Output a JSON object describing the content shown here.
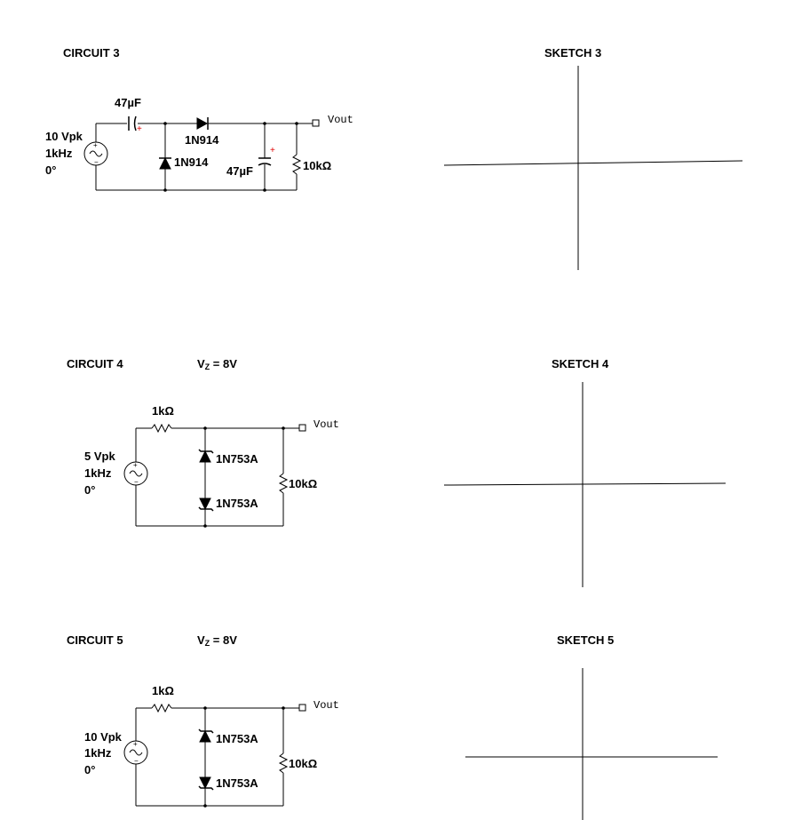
{
  "circuit3": {
    "title": "CIRCUIT 3",
    "source": {
      "amplitude": "10 Vpk",
      "freq": "1kHz",
      "phase": "0°"
    },
    "cap_in": "47µF",
    "diode_series": "1N914",
    "diode_shunt": "1N914",
    "cap_out": "47µF",
    "resistor": "10kΩ",
    "vout": "Vout",
    "sketch_title": "SKETCH  3"
  },
  "circuit4": {
    "title": "CIRCUIT 4",
    "vz_label": "V",
    "vz_sub": "Z",
    "vz_value": " = 8V",
    "source": {
      "amplitude": "5 Vpk",
      "freq": "1kHz",
      "phase": "0°"
    },
    "resistor_series": "1kΩ",
    "zener_top": "1N753A",
    "zener_bottom": "1N753A",
    "resistor_load": "10kΩ",
    "vout": "Vout",
    "sketch_title": "SKETCH 4"
  },
  "circuit5": {
    "title": "CIRCUIT 5",
    "vz_label": "V",
    "vz_sub": "Z",
    "vz_value": " = 8V",
    "source": {
      "amplitude": "10 Vpk",
      "freq": "1kHz",
      "phase": "0°"
    },
    "resistor_series": "1kΩ",
    "zener_top": "1N753A",
    "zener_bottom": "1N753A",
    "resistor_load": "10kΩ",
    "vout": "Vout",
    "sketch_title": "SKETCH 5"
  }
}
